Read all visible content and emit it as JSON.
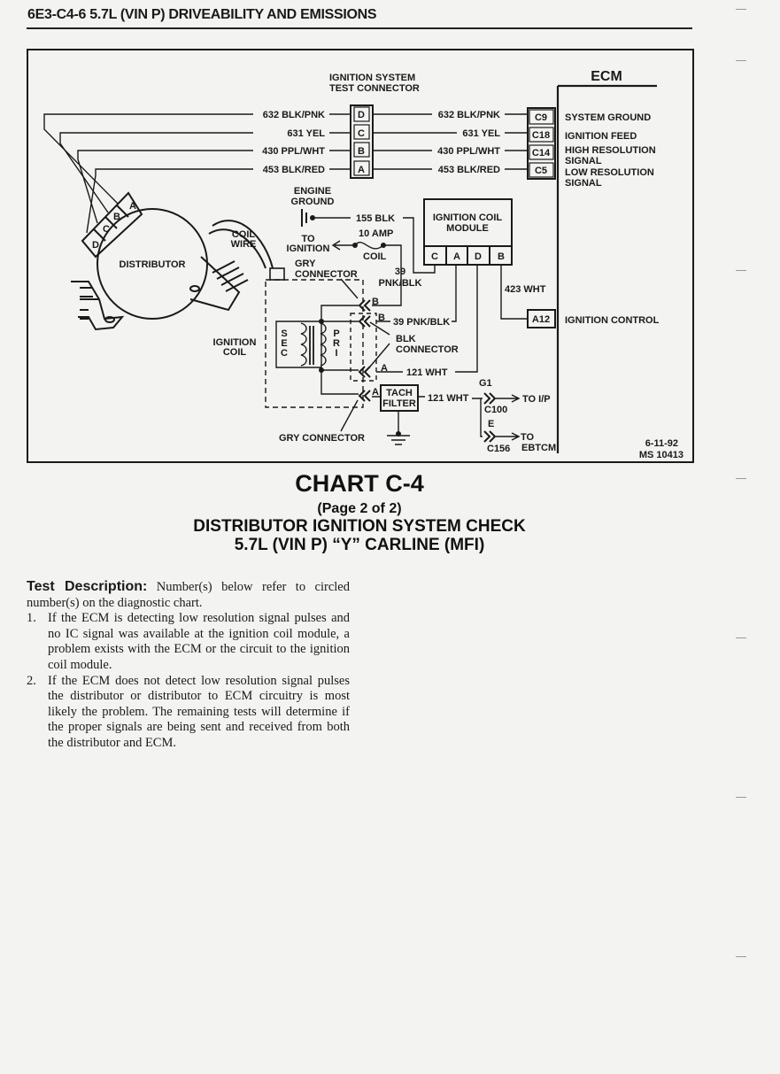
{
  "header": {
    "title": "6E3-C4-6  5.7L (VIN P) DRIVEABILITY AND EMISSIONS"
  },
  "diagram": {
    "test_connector_label": [
      "IGNITION SYSTEM",
      "TEST CONNECTOR"
    ],
    "ecm_label": "ECM",
    "test_connector_pins": [
      "D",
      "C",
      "B",
      "A"
    ],
    "left_wires": [
      "632 BLK/PNK",
      "631 YEL",
      "430 PPL/WHT",
      "453 BLK/RED"
    ],
    "right_wires": [
      "632 BLK/PNK",
      "631 YEL",
      "430 PPL/WHT",
      "453 BLK/RED"
    ],
    "ecm_pins": [
      "C9",
      "C18",
      "C14",
      "C5"
    ],
    "ecm_functions": [
      "SYSTEM GROUND",
      "IGNITION FEED",
      "HIGH RESOLUTION",
      "SIGNAL",
      "LOW RESOLUTION",
      "SIGNAL"
    ],
    "engine_ground": [
      "ENGINE",
      "GROUND"
    ],
    "wire_155": "155 BLK",
    "fuse": "10 AMP",
    "fuse_name": "COIL",
    "to_ignition": [
      "TO",
      "IGNITION"
    ],
    "coil_wire": [
      "COIL",
      "WIRE"
    ],
    "gry_connector_top": [
      "GRY",
      "CONNECTOR"
    ],
    "wire_39": [
      "39",
      "PNK/BLK"
    ],
    "module_label": [
      "IGNITION COIL",
      "MODULE"
    ],
    "module_pins": [
      "C",
      "A",
      "D",
      "B"
    ],
    "wire_423": "423 WHT",
    "ecm_a12": "A12",
    "ignition_control": "IGNITION CONTROL",
    "distributor": "DISTRIBUTOR",
    "distributor_pins": [
      "A",
      "B",
      "C",
      "D"
    ],
    "ignition_coil": [
      "IGNITION",
      "COIL"
    ],
    "sec": [
      "S",
      "E",
      "C"
    ],
    "pri": [
      "P",
      "R",
      "I"
    ],
    "pin_b": "B",
    "pin_a": "A",
    "wire_39_2": "39 PNK/BLK",
    "blk_connector": [
      "BLK",
      "CONNECTOR"
    ],
    "wire_121": "121 WHT",
    "tach_filter": [
      "TACH",
      "FILTER"
    ],
    "wire_121_2": "121 WHT",
    "g1": "G1",
    "c100": "C100",
    "to_ip": "TO I/P",
    "e": "E",
    "to": "TO",
    "c156": "C156",
    "ebtcm": "EBTCM",
    "gry_connector_bottom": "GRY CONNECTOR",
    "date": "6-11-92",
    "ms": "MS 10413"
  },
  "chart": {
    "title": "CHART C-4",
    "page": "(Page 2 of 2)",
    "subtitle": "DISTRIBUTOR IGNITION SYSTEM CHECK",
    "vehicle": "5.7L (VIN P) “Y” CARLINE (MFI)"
  },
  "test_description": {
    "lead": "Test Description:",
    "intro": " Number(s) below refer to circled number(s) on the diagnostic chart.",
    "items": [
      {
        "n": "1.",
        "text": "If the ECM is detecting low resolution signal pulses and no IC signal was available at the ignition coil module, a problem exists with the ECM or the circuit to the ignition coil module."
      },
      {
        "n": "2.",
        "text": "If the ECM does not detect low resolution signal pulses the distributor or distributor to ECM circuitry is most likely the problem. The remaining tests will determine if the proper signals are being sent and received from both the distributor and ECM."
      }
    ]
  }
}
